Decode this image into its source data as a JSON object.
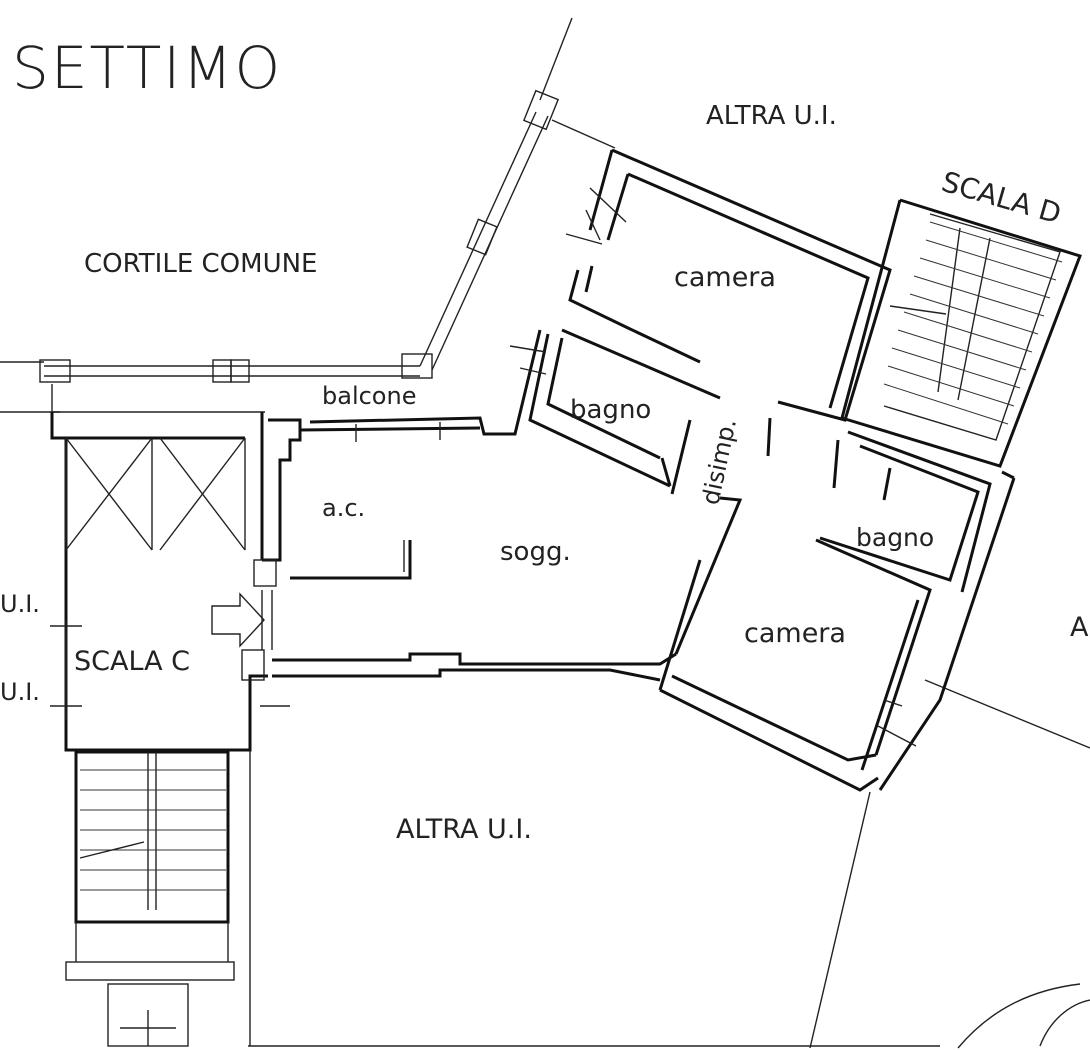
{
  "plan": {
    "title": "SETTIMO",
    "labels": {
      "cortile": "CORTILE COMUNE",
      "altra_top": "ALTRA U.I.",
      "scala_d": "SCALA D",
      "camera_top": "camera",
      "bagno_mid": "bagno",
      "balcone": "balcone",
      "disimp": "disimp.",
      "ac": "a.c.",
      "sogg": "sogg.",
      "bagno_right": "bagno",
      "camera_right": "camera",
      "scala_c": "SCALA C",
      "ui_left_1": "U.I.",
      "ui_left_2": "U.I.",
      "altra_bottom": "ALTRA U.I.",
      "a_right": "A"
    }
  }
}
